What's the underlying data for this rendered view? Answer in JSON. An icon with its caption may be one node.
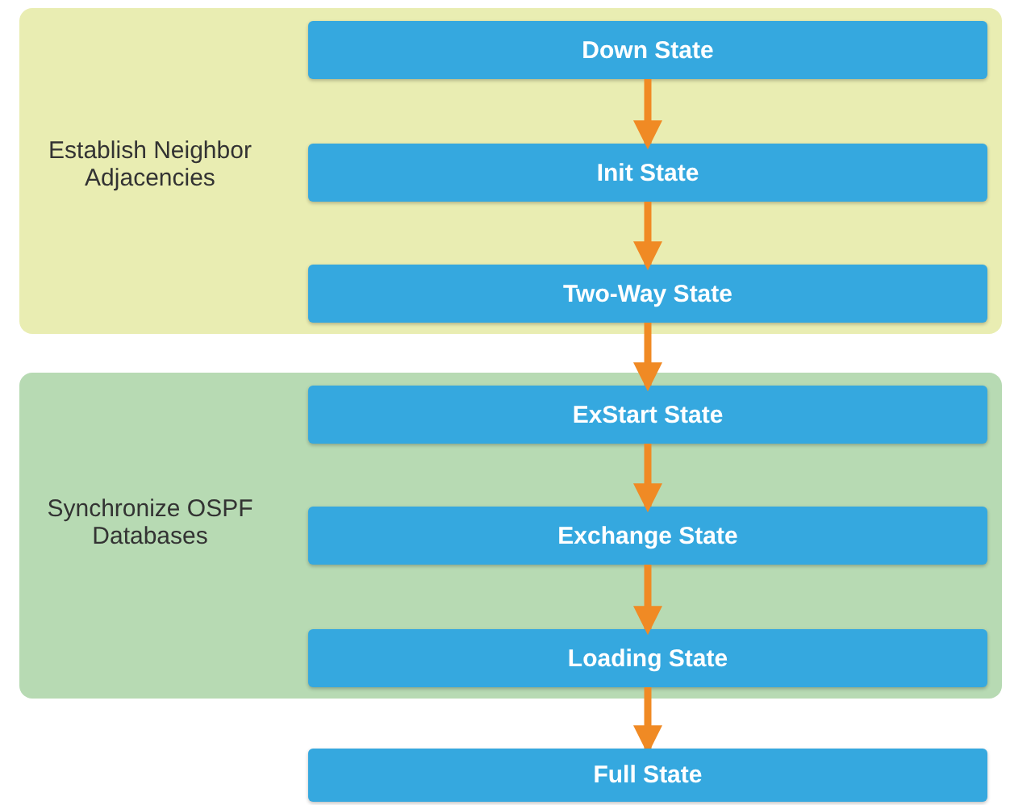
{
  "diagram": {
    "nodes": [
      {
        "text": [
          "Establish Neighbor Adjacencies"
        ]
      },
      {
        "text": [
          "Down State"
        ],
        "in": 0
      },
      {
        "text": [
          "Init State"
        ],
        "in": 0
      },
      {
        "text": [
          "Two-Way State"
        ],
        "in": 0
      },
      {
        "text": [
          "Synchronize OSPF Databases"
        ]
      },
      {
        "text": [
          "ExStart State"
        ],
        "in": 4
      },
      {
        "text": [
          "Exchange State"
        ],
        "in": 4
      },
      {
        "text": [
          "Loading State"
        ],
        "in": 4
      },
      {
        "text": [
          "Full State"
        ]
      }
    ],
    "edges": [
      {
        "from": 1,
        "to": 2,
        "arrow": "to"
      },
      {
        "from": 2,
        "to": 3,
        "arrow": "to"
      },
      {
        "from": 3,
        "to": 5,
        "arrow": "to"
      },
      {
        "from": 5,
        "to": 6,
        "arrow": "to"
      },
      {
        "from": 6,
        "to": 7,
        "arrow": "to"
      },
      {
        "from": 7,
        "to": 8,
        "arrow": "to"
      }
    ]
  }
}
